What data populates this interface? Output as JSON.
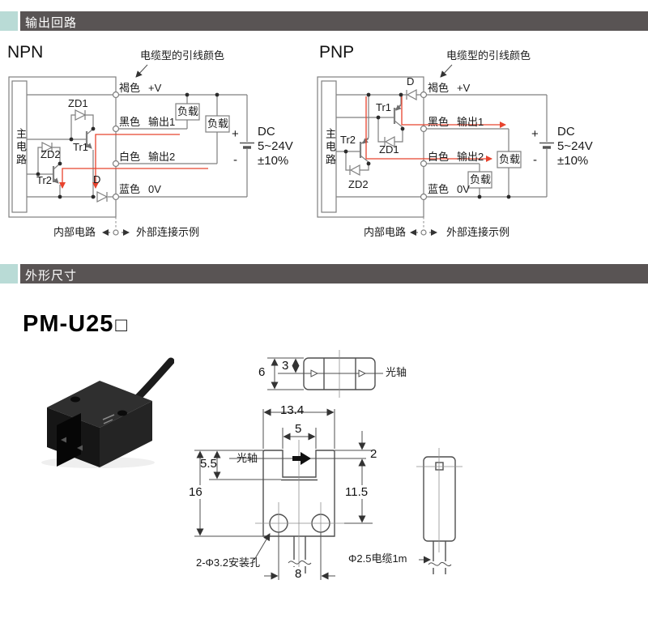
{
  "sections": {
    "output_circuit": "输出回路",
    "dimensions": "外形尺寸"
  },
  "colors": {
    "header_bar": "#595454",
    "header_accent": "#b9dbd6",
    "wire": "#7f7f7f",
    "current_flow": "#e8432e",
    "dimension_line": "#4f4f4f"
  },
  "npn": {
    "title": "NPN",
    "callout": "电缆型的引线颜色",
    "main_circuit": "主电路",
    "terminals": [
      {
        "color": "褐色",
        "signal": "+V"
      },
      {
        "color": "黑色",
        "signal": "输出1"
      },
      {
        "color": "白色",
        "signal": "输出2"
      },
      {
        "color": "蓝色",
        "signal": "0V"
      }
    ],
    "components": {
      "zd1": "ZD1",
      "tr1": "Tr1",
      "zd2": "ZD2",
      "tr2": "Tr2",
      "d": "D"
    },
    "load": "负载",
    "power": {
      "plus": "+",
      "minus": "-",
      "line1": "DC",
      "line2": "5~24V",
      "line3": "±10%"
    },
    "legend": {
      "internal": "内部电路",
      "external": "外部连接示例"
    }
  },
  "pnp": {
    "title": "PNP",
    "callout": "电缆型的引线颜色",
    "main_circuit": "主电路",
    "terminals": [
      {
        "color": "褐色",
        "signal": "+V"
      },
      {
        "color": "黑色",
        "signal": "输出1"
      },
      {
        "color": "白色",
        "signal": "输出2"
      },
      {
        "color": "蓝色",
        "signal": "0V"
      }
    ],
    "components": {
      "d": "D",
      "tr1": "Tr1",
      "zd1": "ZD1",
      "tr2": "Tr2",
      "zd2": "ZD2"
    },
    "load": "负载",
    "power": {
      "plus": "+",
      "minus": "-",
      "line1": "DC",
      "line2": "5~24V",
      "line3": "±10%"
    },
    "legend": {
      "internal": "内部电路",
      "external": "外部连接示例"
    }
  },
  "model": {
    "name": "PM-U25",
    "suffix": "□"
  },
  "dimension_labels": {
    "optical_axis": "光轴",
    "mount_holes": "2-Φ3.2安装孔",
    "cable": "Φ2.5电缆1m"
  },
  "dimension_values": {
    "top_height": "6",
    "top_axis_offset": "3",
    "width": "13.4",
    "slot_width": "5",
    "axis_depth": "5.5",
    "height": "16",
    "top_to_axis": "2",
    "axis_to_holes": "11.5",
    "hole_pitch": "8"
  }
}
